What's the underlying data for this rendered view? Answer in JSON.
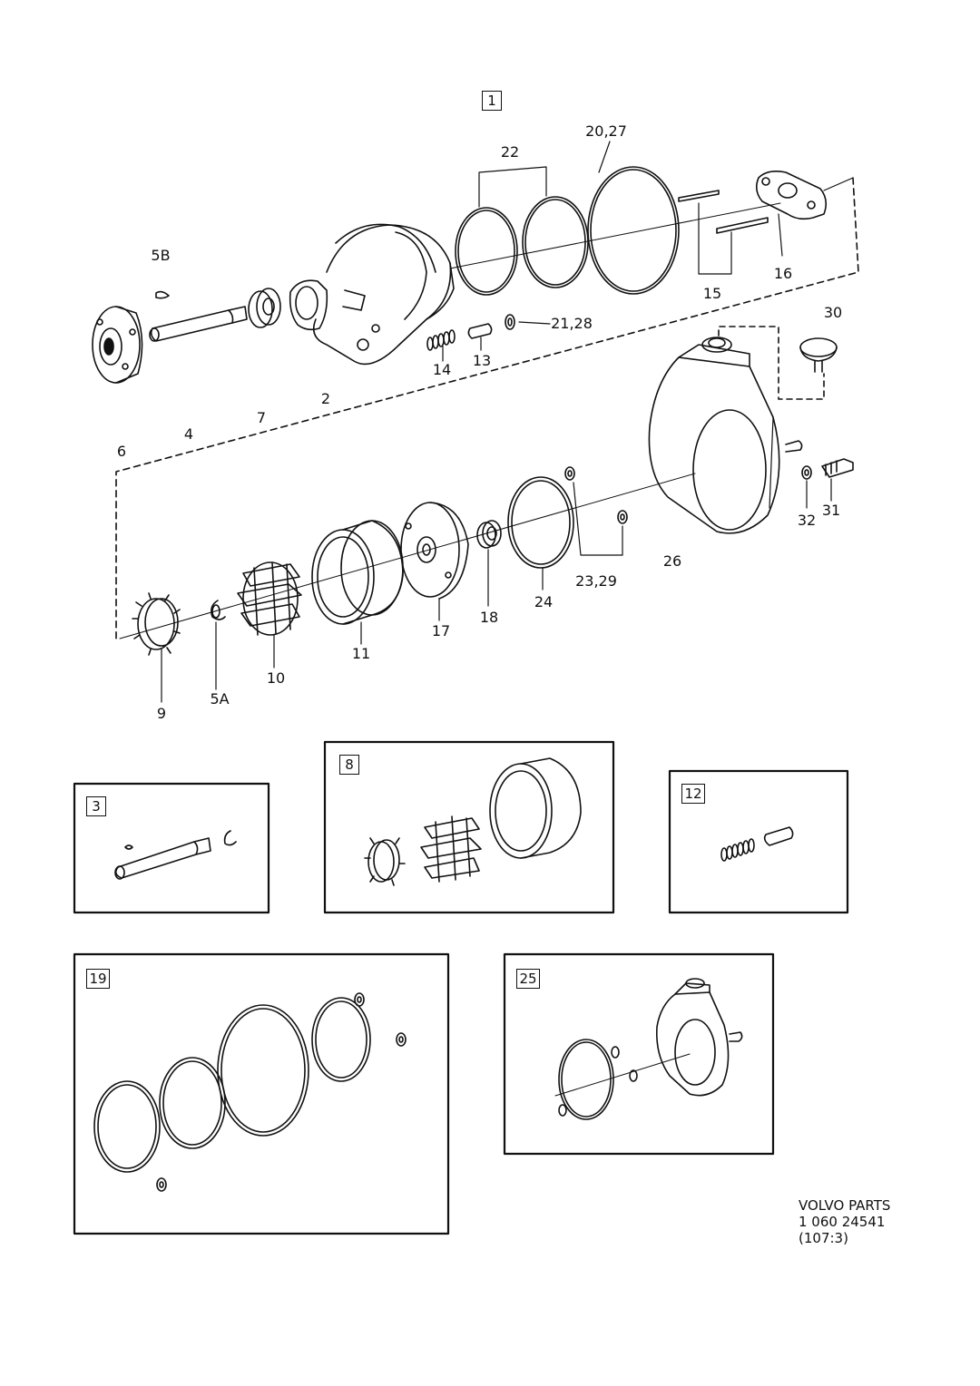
{
  "diagram": {
    "main_box_label": "1",
    "callouts": {
      "p5B": "5B",
      "p6": "6",
      "p4": "4",
      "p7": "7",
      "p2": "2",
      "p22": "22",
      "p20_27": "20,27",
      "p15": "15",
      "p16": "16",
      "p14": "14",
      "p13": "13",
      "p21_28": "21,28",
      "p30": "30",
      "p26": "26",
      "p32": "32",
      "p31": "31",
      "p23_29": "23,29",
      "p24": "24",
      "p18": "18",
      "p17": "17",
      "p11": "11",
      "p10": "10",
      "p9": "9",
      "p5A": "5A"
    },
    "kits": {
      "k3": "3",
      "k8": "8",
      "k12": "12",
      "k19": "19",
      "k25": "25"
    }
  },
  "footer": {
    "line1": "VOLVO PARTS",
    "line2": "1 060  24541",
    "line3": "(107:3)"
  }
}
